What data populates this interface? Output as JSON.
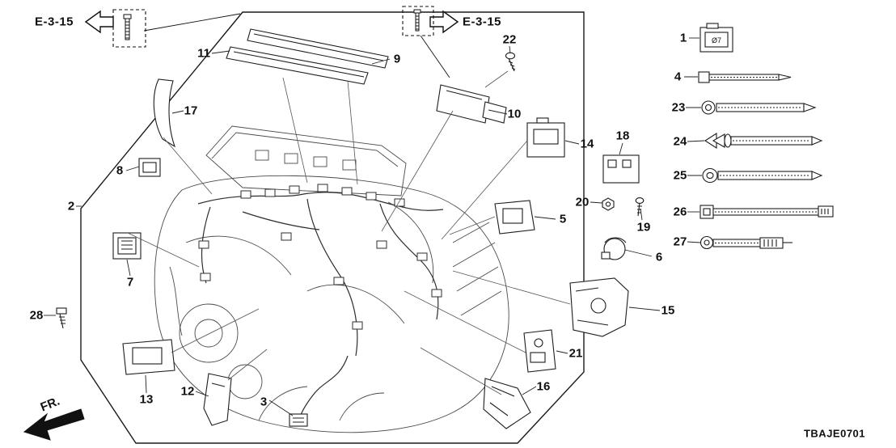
{
  "diagram": {
    "code": "TBAJE0701",
    "ref_left": "E-3-15",
    "ref_right": "E-3-15",
    "fr_label": "FR.",
    "part1_note": "Ø7"
  },
  "callouts": {
    "n1": "1",
    "n2": "2",
    "n3": "3",
    "n4": "4",
    "n5": "5",
    "n6": "6",
    "n7": "7",
    "n8": "8",
    "n9": "9",
    "n10": "10",
    "n11": "11",
    "n12": "12",
    "n13": "13",
    "n14": "14",
    "n15": "15",
    "n16": "16",
    "n17": "17",
    "n18": "18",
    "n19": "19",
    "n20": "20",
    "n21": "21",
    "n22": "22",
    "n23": "23",
    "n24": "24",
    "n25": "25",
    "n26": "26",
    "n27": "27",
    "n28": "28"
  }
}
